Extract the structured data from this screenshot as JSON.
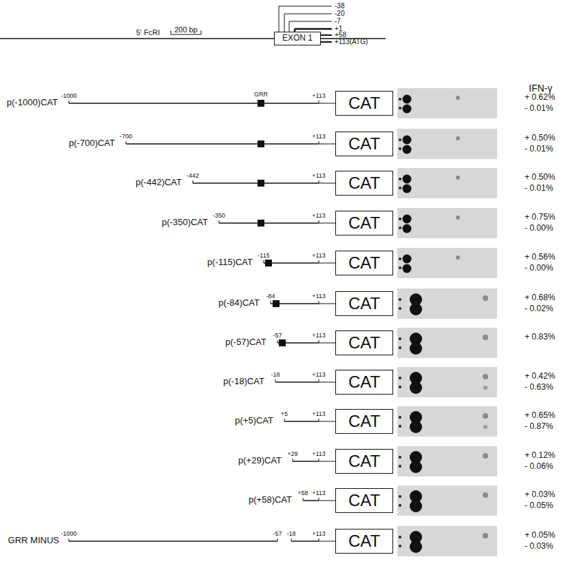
{
  "diagram": {
    "nodes": [
      {
        "text": [
          "EXON 1"
        ]
      },
      {
        "text": [
          "CAT"
        ]
      },
      {
        "text": [
          "CAT"
        ]
      },
      {
        "text": [
          "CAT"
        ]
      },
      {
        "text": [
          "CAT"
        ]
      },
      {
        "text": [
          "CAT"
        ]
      },
      {
        "text": [
          "CAT"
        ]
      },
      {
        "text": [
          "CAT"
        ]
      },
      {
        "text": [
          "CAT"
        ]
      },
      {
        "text": [
          "CAT"
        ]
      },
      {
        "text": [
          "CAT"
        ]
      },
      {
        "text": [
          "CAT"
        ]
      },
      {
        "text": [
          "CAT"
        ]
      }
    ],
    "labels": [
      "200 bp",
      "5' FcRI",
      "-38",
      "-20",
      "-7",
      "+1",
      "+58",
      "+113(ATG)",
      "IFN-γ",
      "p(-1000)CAT",
      "-1000",
      "GRR",
      "+113",
      "+ 0.62%",
      "- 0.01%",
      "p(-700)CAT",
      "-700",
      "+113",
      "+ 0.50%",
      "- 0.01%",
      "p(-442)CAT",
      "-442",
      "+113",
      "+ 0.50%",
      "- 0.01%",
      "p(-350)CAT",
      "-350",
      "+113",
      "+ 0.75%",
      "- 0.00%",
      "p(-115)CAT",
      "-115",
      "+113",
      "+ 0.56%",
      "- 0.00%",
      "p(-84)CAT",
      "-84",
      "+113",
      "+ 0.68%",
      "- 0.02%",
      "p(-57)CAT",
      "-57",
      "+113",
      "+ 0.83%",
      "p(-18)CAT",
      "-18",
      "+113",
      "+ 0.42%",
      "- 0.63%",
      "p(+5)CAT",
      "+5",
      "+113",
      "+ 0.65%",
      "- 0.87%",
      "p(+29)CAT",
      "+29",
      "+113",
      "+ 0.12%",
      "- 0.06%",
      "p(+58)CAT",
      "+58",
      "+113",
      "+ 0.03%",
      "- 0.05%",
      "GRR MINUS",
      "-1000",
      "-57",
      "-18",
      "+113",
      "+ 0.05%",
      "- 0.03%"
    ]
  }
}
